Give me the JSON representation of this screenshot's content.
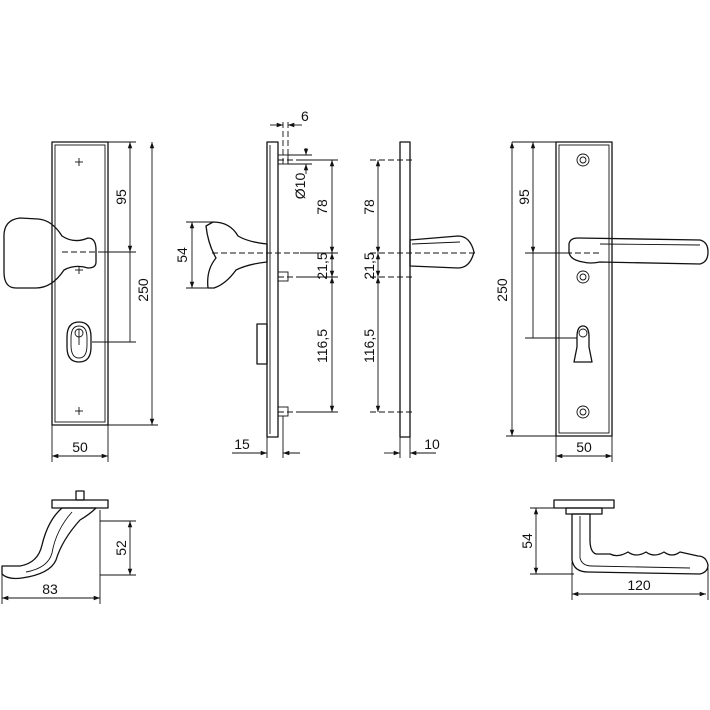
{
  "dimensions": {
    "knob_front": {
      "upper_hole": "95",
      "plate_length": "250",
      "plate_width": "50"
    },
    "knob_side": {
      "spindle_offset": "6",
      "bolt_diameter": "Ø10",
      "knob_height": "54",
      "upper": "78",
      "middle": "21,5",
      "lower": "116,5",
      "plate_offset": "15"
    },
    "lever_side": {
      "upper": "78",
      "middle": "21,5",
      "lower": "116,5",
      "plate_thickness": "10"
    },
    "lever_front": {
      "upper_hole": "95",
      "plate_length": "250",
      "plate_width": "50"
    },
    "knob_top": {
      "height": "52",
      "length": "83"
    },
    "lever_top": {
      "height": "54",
      "length": "120"
    }
  }
}
